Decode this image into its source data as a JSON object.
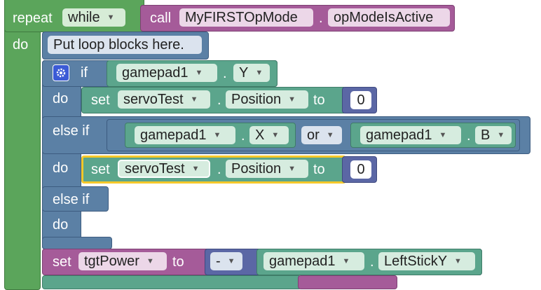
{
  "loop": {
    "repeat_label": "repeat",
    "mode": "while",
    "do_label": "do",
    "call_label": "call",
    "object": "MyFIRSTOpMode",
    "dot": ".",
    "method": "opModeIsActive"
  },
  "comment": "Put loop blocks here.",
  "if_block": {
    "if_label": "if",
    "do_label": "do",
    "else_if_label": "else if",
    "cond1": {
      "device": "gamepad1",
      "button": "Y"
    },
    "set1": {
      "set_label": "set",
      "servo": "servoTest",
      "property": "Position",
      "to_label": "to",
      "value": "0"
    },
    "cond2": {
      "left": {
        "device": "gamepad1",
        "button": "X"
      },
      "operator": "or",
      "right": {
        "device": "gamepad1",
        "button": "B"
      }
    },
    "set2": {
      "set_label": "set",
      "servo": "servoTest",
      "property": "Position",
      "to_label": "to",
      "value": "0"
    }
  },
  "power": {
    "set_label": "set",
    "variable": "tgtPower",
    "to_label": "to",
    "operator": "-",
    "device": "gamepad1",
    "stick": "LeftStickY"
  },
  "colors": {
    "loop": "#5ba55b",
    "call": "#a55b99",
    "logic": "#5b80a5",
    "servo": "#5ba58c",
    "math": "#5b67a5",
    "variable": "#a55b99",
    "selected_outline": "#f5c82a"
  }
}
